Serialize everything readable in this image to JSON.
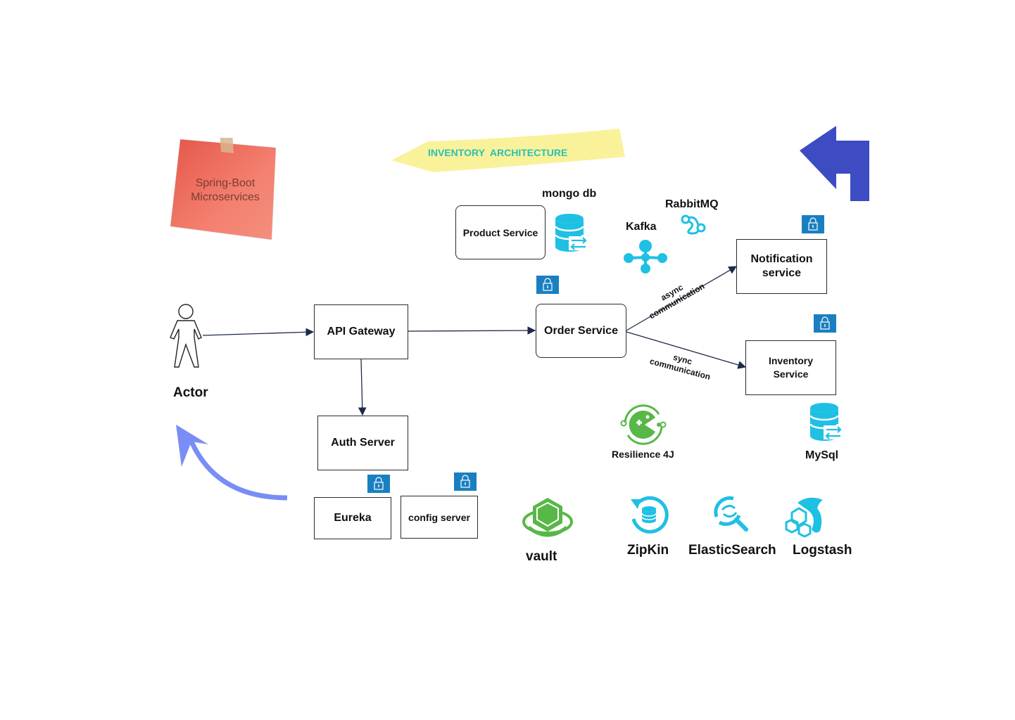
{
  "sticky_note": {
    "text_line1": "Spring-Boot",
    "text_line2": "Microservices",
    "color": "#ef6a5a"
  },
  "banner": {
    "text": "INVENTORY  ARCHITECTURE",
    "text_color": "#2bc0b4",
    "fill_color": "#f9f29a"
  },
  "actor": {
    "label": "Actor"
  },
  "services": {
    "api_gateway": "API Gateway",
    "order_service": "Order Service",
    "product_service": "Product Service",
    "auth_server": "Auth Server",
    "eureka": "Eureka",
    "config_server": "config server",
    "notification_line1": "Notification",
    "notification_line2": "service",
    "inventory_line1": "Inventory",
    "inventory_line2": "Service"
  },
  "edges": {
    "async_line1": "async",
    "async_line2": "communication",
    "sync_line1": "sync",
    "sync_line2": "communication"
  },
  "tech_labels": {
    "mongodb": "mongo db",
    "kafka": "Kafka",
    "rabbitmq": "RabbitMQ",
    "resilience": "Resilience 4J",
    "mysql": "MySql",
    "vault": "vault",
    "zipkin": "ZipKin",
    "elasticsearch": "ElasticSearch",
    "logstash": "Logstash"
  },
  "colors": {
    "accent_cyan": "#1ec0e3",
    "lock_blue": "#1a7fc1",
    "green": "#58b847",
    "arrow_navy": "#3d4cc2",
    "arrow_light": "#7a8df5"
  }
}
